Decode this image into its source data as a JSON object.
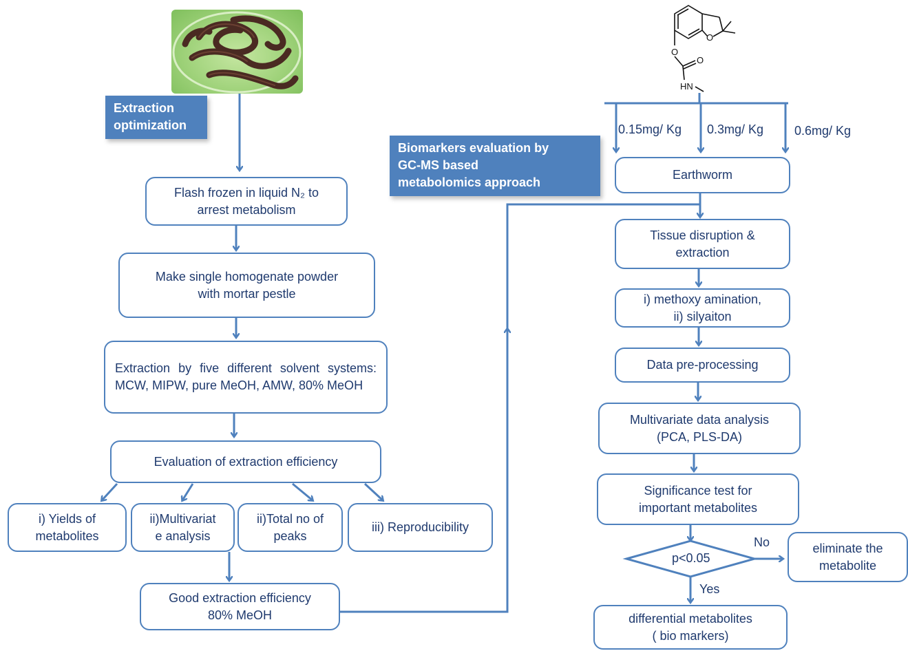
{
  "left": {
    "banner": "Extraction\noptimization",
    "flash": "Flash frozen in liquid N₂ to\narrest metabolism",
    "homogenate": "Make single homogenate powder\nwith mortar  pestle",
    "extraction": "Extraction by five different solvent systems: MCW, MIPW, pure MeOH, AMW, 80% MeOH",
    "evaluation": "Evaluation of extraction efficiency",
    "yields": "i) Yields of\nmetabolites",
    "multivariate": "ii)Multivariat\ne analysis",
    "peaks": "ii)Total no of\npeaks",
    "reproducibility": "iii) Reproducibility",
    "good": "Good extraction efficiency\n80% MeOH"
  },
  "right": {
    "banner": "Biomarkers evaluation by\nGC-MS based\nmetabolomics approach",
    "molecule": {
      "o1": "O",
      "o2": "O",
      "o3": "O",
      "hn": "HN"
    },
    "doses": [
      "0.15mg/ Kg",
      "0.3mg/ Kg",
      "0.6mg/ Kg"
    ],
    "earthworm": "Earthworm",
    "tissue": "Tissue disruption &\nextraction",
    "methoxy": "i) methoxy amination,\nii) silyaiton",
    "preprocessing": "Data pre-processing",
    "multivariate": "Multivariate data analysis\n(PCA, PLS-DA)",
    "significance": "Significance test for\nimportant metabolites",
    "decision": "p<0.05",
    "no": "No",
    "yes": "Yes",
    "eliminate": "eliminate the\nmetabolite",
    "differential": "differential metabolites\n( bio markers)"
  }
}
